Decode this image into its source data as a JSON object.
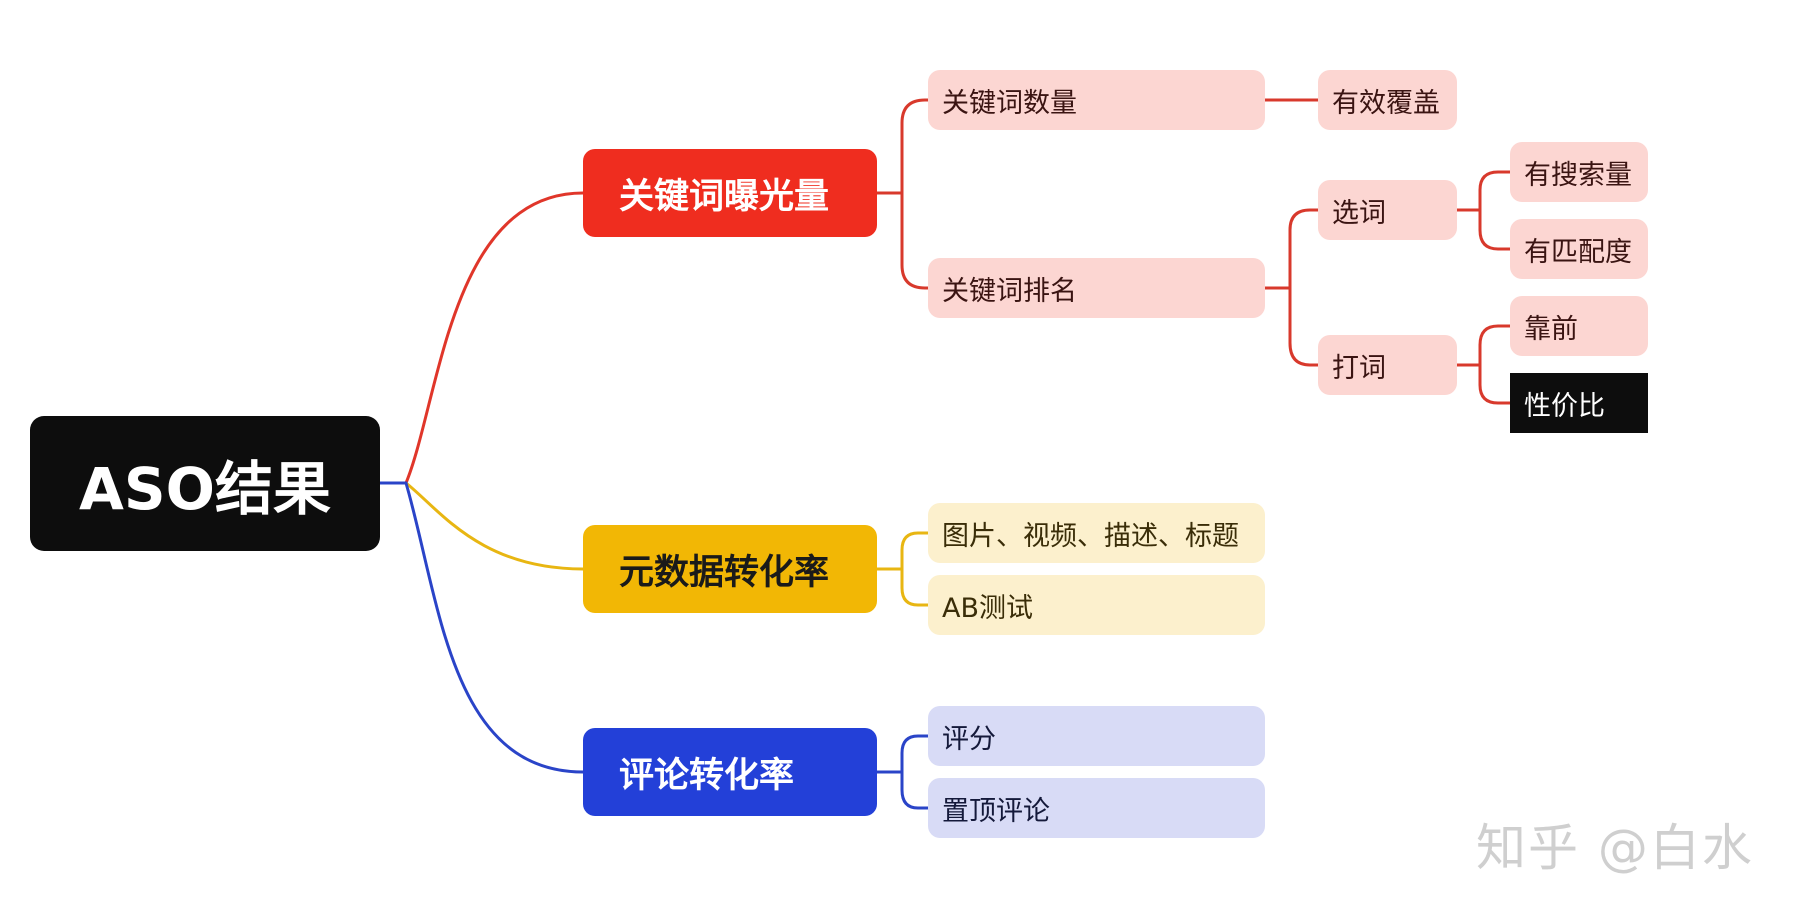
{
  "root": {
    "label": "ASO结果"
  },
  "branches": {
    "exposure": {
      "label": "关键词曝光量",
      "color": "#ef2d1f",
      "keyword_count": {
        "label": "关键词数量",
        "effective": "有效覆盖"
      },
      "keyword_rank": {
        "label": "关键词排名",
        "select": {
          "label": "选词",
          "volume": "有搜索量",
          "match": "有匹配度"
        },
        "push": {
          "label": "打词",
          "front": "靠前",
          "value": "性价比"
        }
      }
    },
    "metadata": {
      "label": "元数据转化率",
      "color": "#f2b705",
      "assets": "图片、视频、描述、标题",
      "ab_test": "AB测试"
    },
    "reviews": {
      "label": "评论转化率",
      "color": "#2340d8",
      "rating": "评分",
      "pinned": "置顶评论"
    }
  },
  "watermark": "知乎 @白水"
}
